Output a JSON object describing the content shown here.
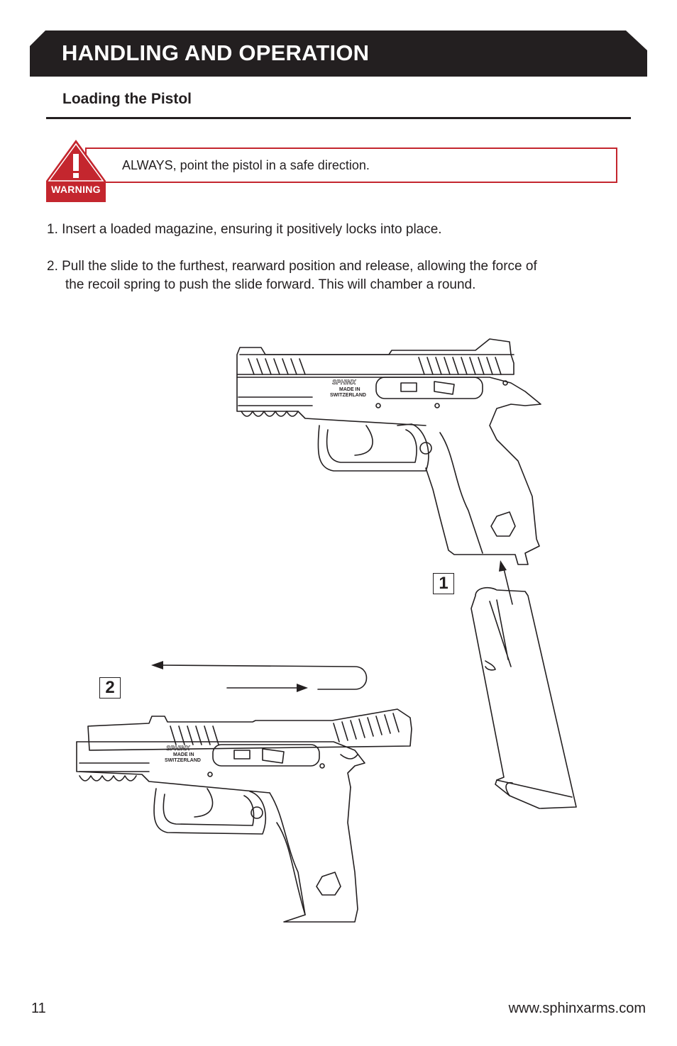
{
  "header": {
    "title": "HANDLING AND OPERATION",
    "color": "#231f20"
  },
  "section": {
    "title": "Loading the Pistol"
  },
  "warning": {
    "label": "WARNING",
    "text": "ALWAYS, point the pistol in a safe direction.",
    "color": "#c4262e"
  },
  "steps": {
    "step1": "1. Insert a loaded magazine, ensuring it positively locks into place.",
    "step2_line1": "2. Pull the slide to the furthest, rearward position and release, allowing the force of",
    "step2_line2": "the recoil spring to push the slide forward. This will chamber a round."
  },
  "illustration": {
    "callout1": "1",
    "callout2": "2",
    "engraving": {
      "brand": "SPHINX",
      "line1": "MADE IN",
      "line2": "SWITZERLAND"
    }
  },
  "footer": {
    "page_number": "11",
    "url": "www.sphinxarms.com"
  }
}
